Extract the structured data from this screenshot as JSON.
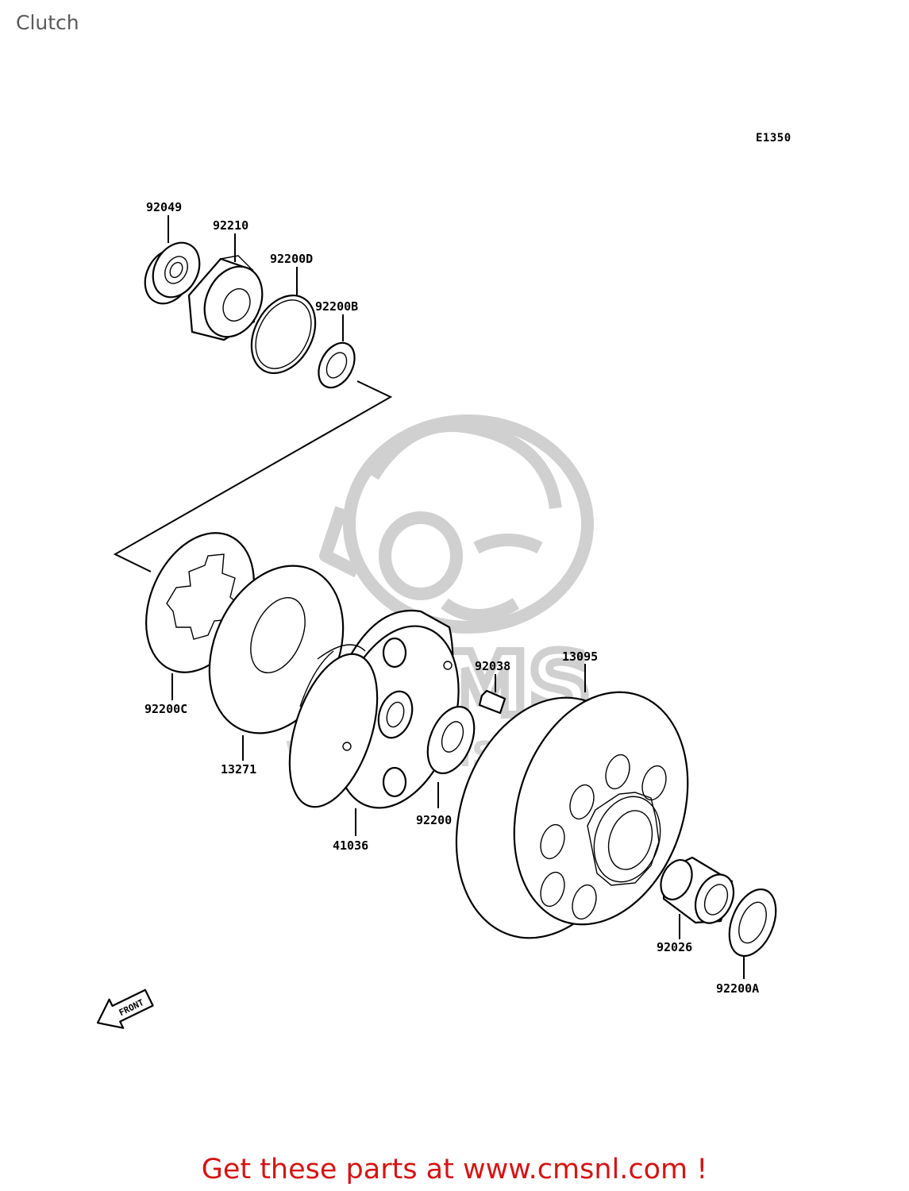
{
  "page": {
    "title": "Clutch"
  },
  "diagram": {
    "code": "E1350"
  },
  "parts": [
    {
      "number": "92049"
    },
    {
      "number": "92210"
    },
    {
      "number": "92200D"
    },
    {
      "number": "92200B"
    },
    {
      "number": "92200C"
    },
    {
      "number": "13271"
    },
    {
      "number": "41036"
    },
    {
      "number": "92038"
    },
    {
      "number": "92200"
    },
    {
      "number": "13095"
    },
    {
      "number": "92026"
    },
    {
      "number": "92200A"
    }
  ],
  "front_arrow": {
    "label": "FRONT"
  },
  "watermark": {
    "brand": "CMS",
    "url": "WWW.CMSNL.COM"
  },
  "footer": {
    "text": "Get these parts at www.cmsnl.com !",
    "color": "#d41414"
  }
}
